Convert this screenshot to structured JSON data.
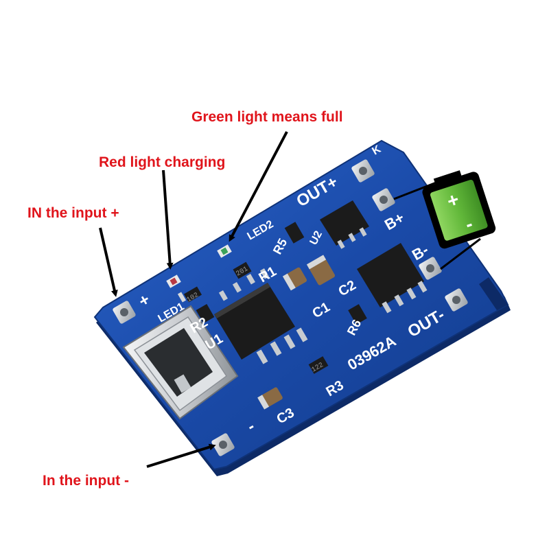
{
  "captions": {
    "green_light": "Green light means full",
    "red_light": "Red light charging",
    "input_plus": "IN the input +",
    "input_minus": "In the input -"
  },
  "board": {
    "labels": {
      "out_plus": "OUT+",
      "out_minus": "OUT-",
      "b_plus": "B+",
      "b_minus": "B-",
      "led1": "LED1",
      "led2": "LED2",
      "plus": "+",
      "minus": "-",
      "r1": "R1",
      "r2": "R2",
      "r3": "R3",
      "r5": "R5",
      "r6": "R6",
      "c1": "C1",
      "c2": "C2",
      "c3": "C3",
      "u1": "U1",
      "u2": "U2",
      "code": "03962A",
      "k": "K",
      "res_102": "102",
      "res_122": "122",
      "res_201": "201"
    }
  },
  "battery_icon": {
    "plus": "+",
    "minus": "-"
  },
  "colors": {
    "caption": "#e0141b",
    "board": "#1a4aa8",
    "pad": "#c8ccd0",
    "battery_fill": "#62b83a",
    "chip": "#1b1b1b"
  }
}
